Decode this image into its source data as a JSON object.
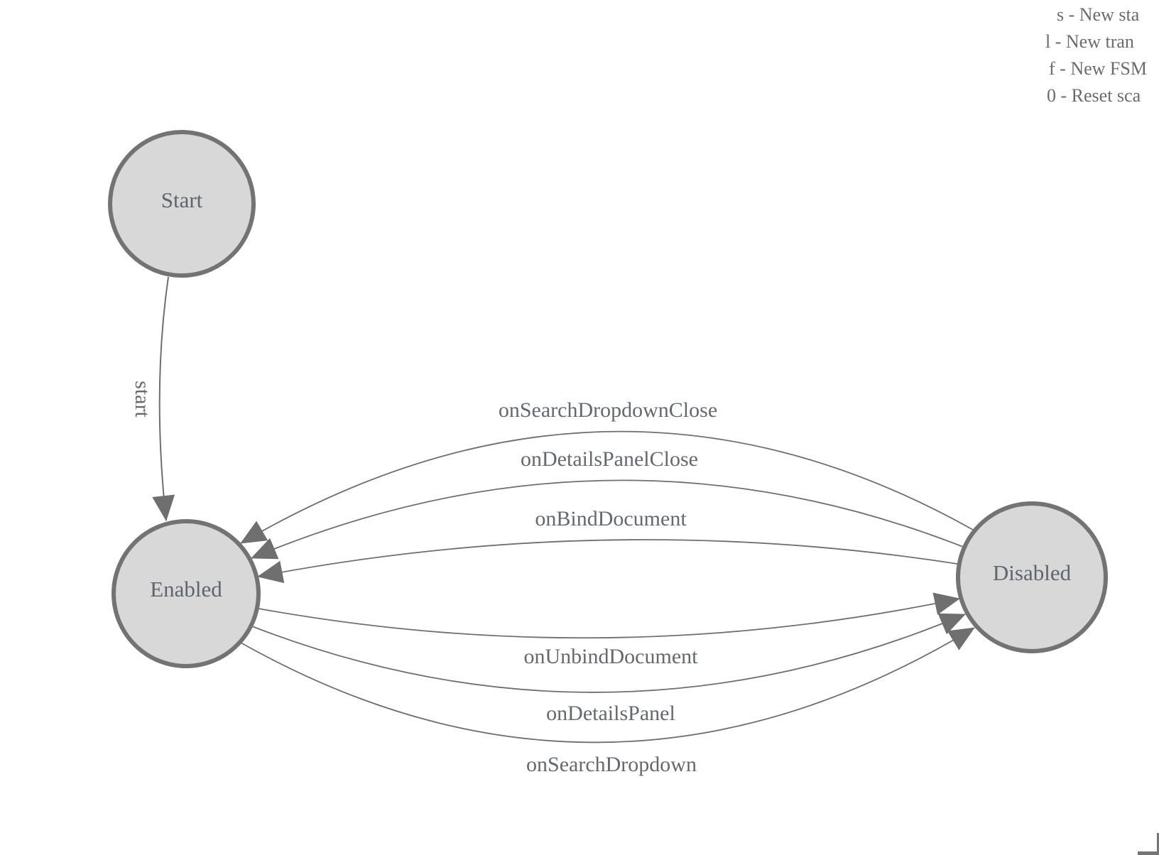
{
  "legend": {
    "lines": [
      "s - New sta",
      "l - New tran",
      "f - New FSM",
      "0 - Reset sca"
    ]
  },
  "states": {
    "start": {
      "label": "Start"
    },
    "enabled": {
      "label": "Enabled"
    },
    "disabled": {
      "label": "Disabled"
    }
  },
  "transitions": {
    "start": {
      "label": "start",
      "from": "Start",
      "to": "Enabled"
    },
    "onSearchDropdownClose": {
      "label": "onSearchDropdownClose",
      "from": "Disabled",
      "to": "Enabled"
    },
    "onDetailsPanelClose": {
      "label": "onDetailsPanelClose",
      "from": "Disabled",
      "to": "Enabled"
    },
    "onBindDocument": {
      "label": "onBindDocument",
      "from": "Disabled",
      "to": "Enabled"
    },
    "onUnbindDocument": {
      "label": "onUnbindDocument",
      "from": "Enabled",
      "to": "Disabled"
    },
    "onDetailsPanel": {
      "label": "onDetailsPanel",
      "from": "Enabled",
      "to": "Disabled"
    },
    "onSearchDropdown": {
      "label": "onSearchDropdown",
      "from": "Enabled",
      "to": "Disabled"
    }
  },
  "colors": {
    "background": "#ffffff",
    "state_fill": "#d8d8d8",
    "state_stroke": "#737373",
    "edge_stroke": "#6f6f6f",
    "arrow_fill": "#6f6f6f",
    "label_text": "#64696f",
    "legend_text": "#6b6b6b"
  }
}
